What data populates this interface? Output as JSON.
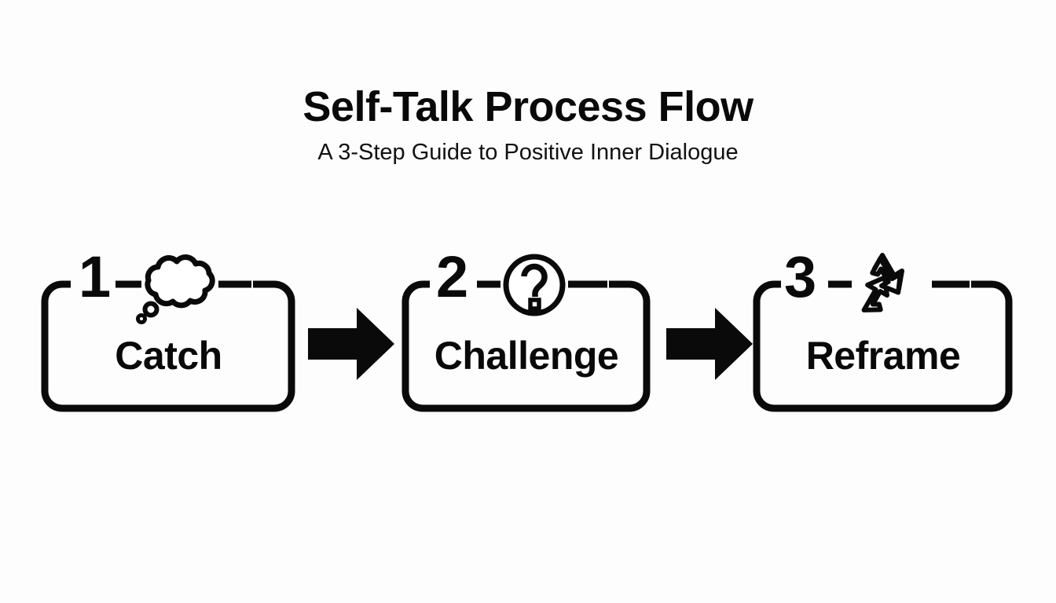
{
  "header": {
    "title": "Self-Talk Process Flow",
    "subtitle": "A 3-Step Guide to Positive Inner Dialogue"
  },
  "theme": {
    "background": "#fdfdfd",
    "ink": "#0a0a0a",
    "stroke_width": 9
  },
  "flow": {
    "steps": [
      {
        "number": "1",
        "label": "Catch",
        "icon": "thought-bubble-icon"
      },
      {
        "number": "2",
        "label": "Challenge",
        "icon": "question-mark-circle-icon"
      },
      {
        "number": "3",
        "label": "Reframe",
        "icon": "recycle-icon"
      }
    ],
    "connectors": [
      {
        "icon": "arrow-right-icon"
      },
      {
        "icon": "arrow-right-icon"
      }
    ]
  }
}
